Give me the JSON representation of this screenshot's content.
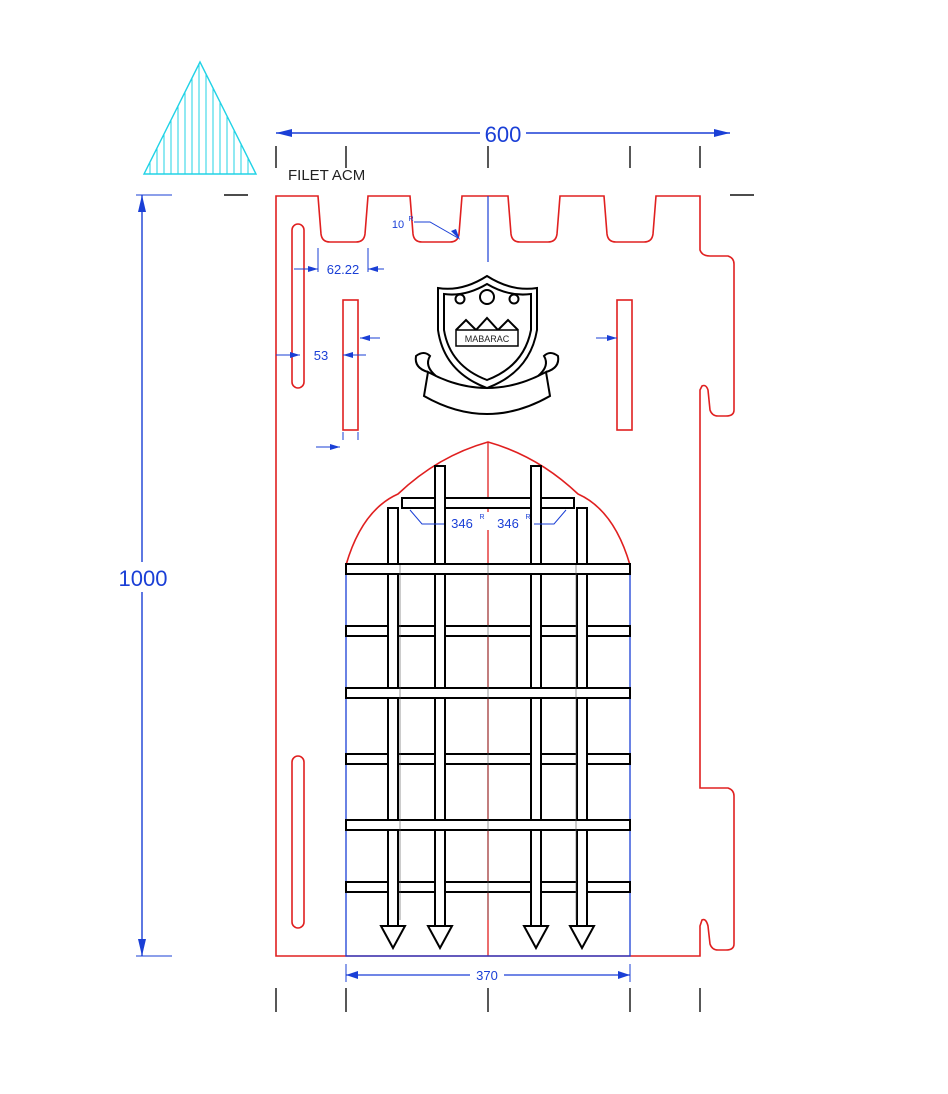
{
  "label": {
    "filet": "FILET ACM"
  },
  "dimensions": {
    "width": "600",
    "height": "1000",
    "gate_width": "370",
    "notch_gap": "62.22",
    "slot_offset": "53",
    "merlon_radius": "10",
    "arch_radius_left": "346",
    "arch_radius_right": "346",
    "radius_suffix": "R"
  },
  "crest": {
    "banner_text": "MABARAC"
  },
  "colors": {
    "cut_outline": "#e02020",
    "dimension": "#1a3fd6",
    "gate_bars": "#000000",
    "hatch": "#22d3e6"
  }
}
